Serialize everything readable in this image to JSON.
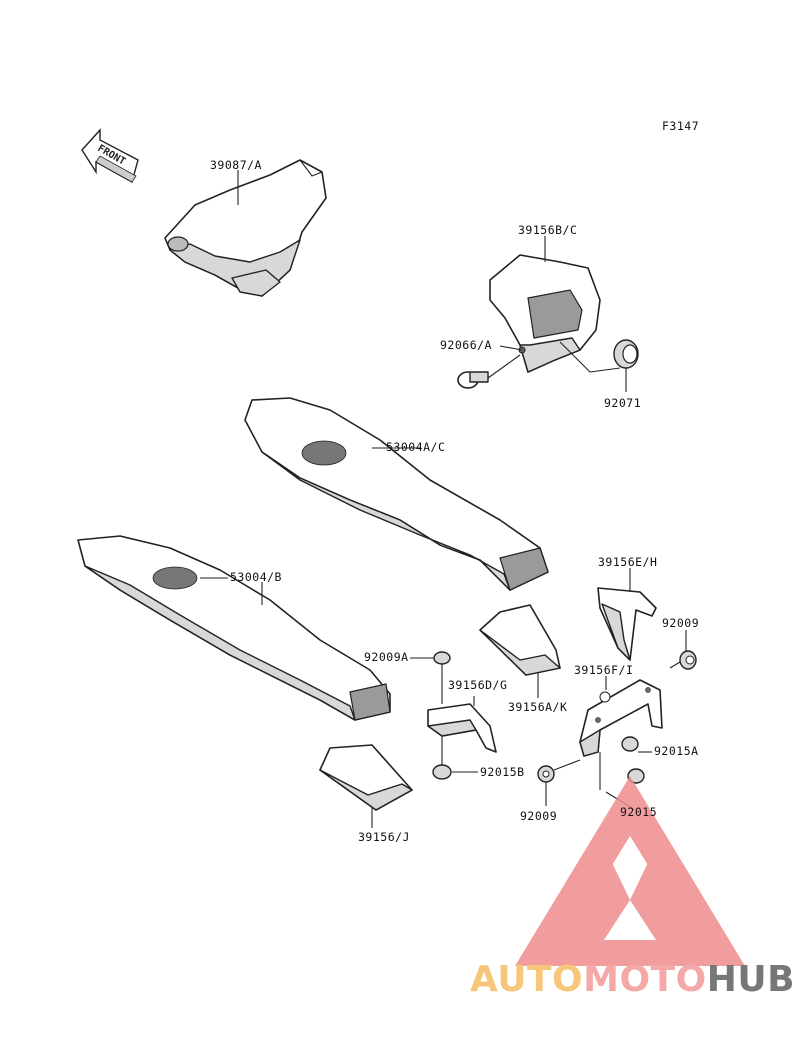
{
  "figure_code": "F3147",
  "direction_arrow_label": "FRONT",
  "part_labels": {
    "p39087A": "39087/A",
    "p39156BC": "39156B/C",
    "p92066A": "92066/A",
    "p92071": "92071",
    "p53004AC": "53004A/C",
    "p53004B": "53004/B",
    "p39156EH": "39156E/H",
    "p92009_right": "92009",
    "p92009A": "92009A",
    "p39156FI": "39156F/I",
    "p39156DG": "39156D/G",
    "p39156AK": "39156A/K",
    "p92015A": "92015A",
    "p92015B": "92015B",
    "p92009_bottom": "92009",
    "p92015": "92015",
    "p39156J": "39156/J"
  },
  "watermark": {
    "brand_part1": "AUTO",
    "brand_part2": "MOTO",
    "brand_part3": "HUB",
    "colors": {
      "triangle": "#f08c8c",
      "auto": "#f6c77b",
      "moto": "#f4a9a8",
      "hub": "#777777"
    }
  }
}
